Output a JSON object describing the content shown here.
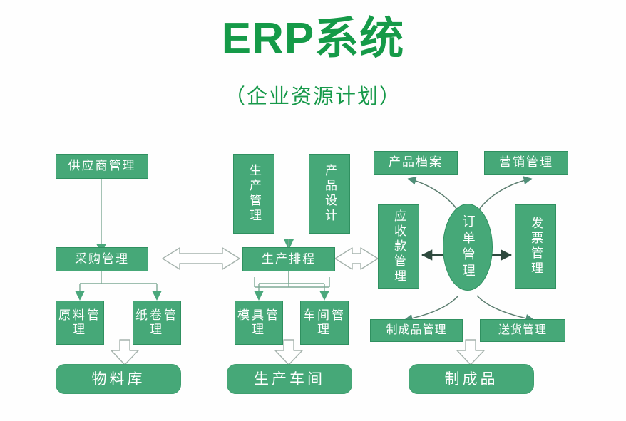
{
  "header": {
    "title": "ERP系统",
    "subtitle": "（企业资源计划）"
  },
  "theme": {
    "title_green": "#159a48",
    "box_fill": "#46a878",
    "box_border": "#2f9060",
    "connector": "#7faa96",
    "arrow_outline": "#9aa8a2",
    "background": "#fefefe",
    "box_text": "#ffffff"
  },
  "diagram": {
    "type": "flow-diagram",
    "columns": [
      {
        "name": "procurement-column",
        "nodes": [
          "供应商管理",
          "采购管理",
          "原料管理",
          "纸卷管理",
          "物料库"
        ]
      },
      {
        "name": "production-column",
        "nodes": [
          "生产管理",
          "产品设计",
          "生产排程",
          "模具管理",
          "车间管理",
          "生产车间"
        ]
      },
      {
        "name": "order-column",
        "nodes": [
          "产品档案",
          "营销管理",
          "应收款管理",
          "订单管理",
          "发票管理",
          "制成品管理",
          "送货管理",
          "制成品"
        ]
      }
    ],
    "nodes": {
      "supplier_mgmt": "供应商管理",
      "purchase_mgmt": "采购管理",
      "raw_material_mgmt": "原料管理",
      "paper_roll_mgmt": "纸卷管理",
      "material_warehouse": "物料库",
      "production_mgmt": "生产管理",
      "product_design": "产品设计",
      "production_schedule": "生产排程",
      "mold_mgmt": "模具管理",
      "workshop_mgmt": "车间管理",
      "production_workshop": "生产车间",
      "product_archive": "产品档案",
      "marketing_mgmt": "营销管理",
      "receivables_mgmt": "应收款管理",
      "order_mgmt": "订单管理",
      "invoice_mgmt": "发票管理",
      "finished_goods_mgmt": "制成品管理",
      "delivery_mgmt": "送货管理",
      "finished_product": "制成品"
    },
    "edges": [
      {
        "from": "供应商管理",
        "to": "采购管理",
        "style": "arrow-down"
      },
      {
        "from": "采购管理",
        "to": "原料管理",
        "style": "arrow-down-branch"
      },
      {
        "from": "采购管理",
        "to": "纸卷管理",
        "style": "arrow-down-branch"
      },
      {
        "from": "原料管理+纸卷管理",
        "to": "物料库",
        "style": "block-arrow-down"
      },
      {
        "from": "生产管理",
        "to": "生产排程",
        "style": "arrow-down-merge"
      },
      {
        "from": "产品设计",
        "to": "生产排程",
        "style": "arrow-down-merge"
      },
      {
        "from": "生产排程",
        "to": "模具管理",
        "style": "arrow-down-branch"
      },
      {
        "from": "生产排程",
        "to": "车间管理",
        "style": "arrow-down-branch"
      },
      {
        "from": "模具管理+车间管理",
        "to": "生产车间",
        "style": "block-arrow-down"
      },
      {
        "from": "采购管理",
        "to": "生产排程",
        "style": "block-arrow-bidirectional"
      },
      {
        "from": "生产排程",
        "to": "应收款管理",
        "style": "block-arrow-bidirectional"
      },
      {
        "from": "订单管理",
        "to": "应收款管理",
        "style": "arrow-left"
      },
      {
        "from": "订单管理",
        "to": "发票管理",
        "style": "arrow-right"
      },
      {
        "from": "订单管理",
        "to": "产品档案",
        "style": "curved-arrow-up-left"
      },
      {
        "from": "订单管理",
        "to": "营销管理",
        "style": "curved-arrow-up-right"
      },
      {
        "from": "订单管理",
        "to": "制成品管理",
        "style": "curved-arrow-down-left"
      },
      {
        "from": "订单管理",
        "to": "送货管理",
        "style": "curved-arrow-down-right"
      },
      {
        "from": "制成品管理+送货管理",
        "to": "制成品",
        "style": "block-arrow-down"
      }
    ]
  }
}
